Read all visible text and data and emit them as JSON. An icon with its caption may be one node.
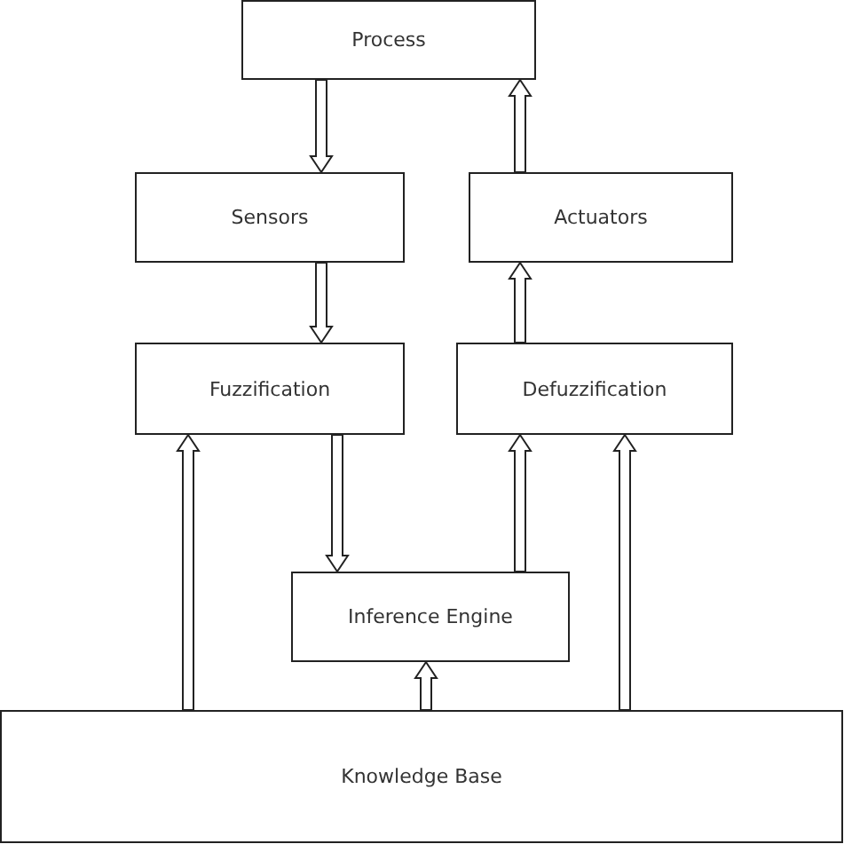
{
  "diagram": {
    "nodes": [
      {
        "text": [
          "Process"
        ]
      },
      {
        "text": [
          "Sensors"
        ]
      },
      {
        "text": [
          "Actuators"
        ]
      },
      {
        "text": [
          "Fuzzification"
        ]
      },
      {
        "text": [
          "Defuzzification"
        ]
      },
      {
        "text": [
          "Inference Engine"
        ]
      },
      {
        "text": [
          "Knowledge Base"
        ]
      }
    ],
    "edges": [
      {
        "from": 0,
        "to": 1,
        "arrow": "to"
      },
      {
        "from": 2,
        "to": 0,
        "arrow": "to"
      },
      {
        "from": 1,
        "to": 3,
        "arrow": "to"
      },
      {
        "from": 4,
        "to": 2,
        "arrow": "to"
      },
      {
        "from": 3,
        "to": 5,
        "arrow": "to"
      },
      {
        "from": 5,
        "to": 4,
        "arrow": "to"
      },
      {
        "from": 6,
        "to": 3,
        "arrow": "to"
      },
      {
        "from": 6,
        "to": 4,
        "arrow": "to"
      },
      {
        "from": 6,
        "to": 5,
        "arrow": "to"
      }
    ]
  }
}
